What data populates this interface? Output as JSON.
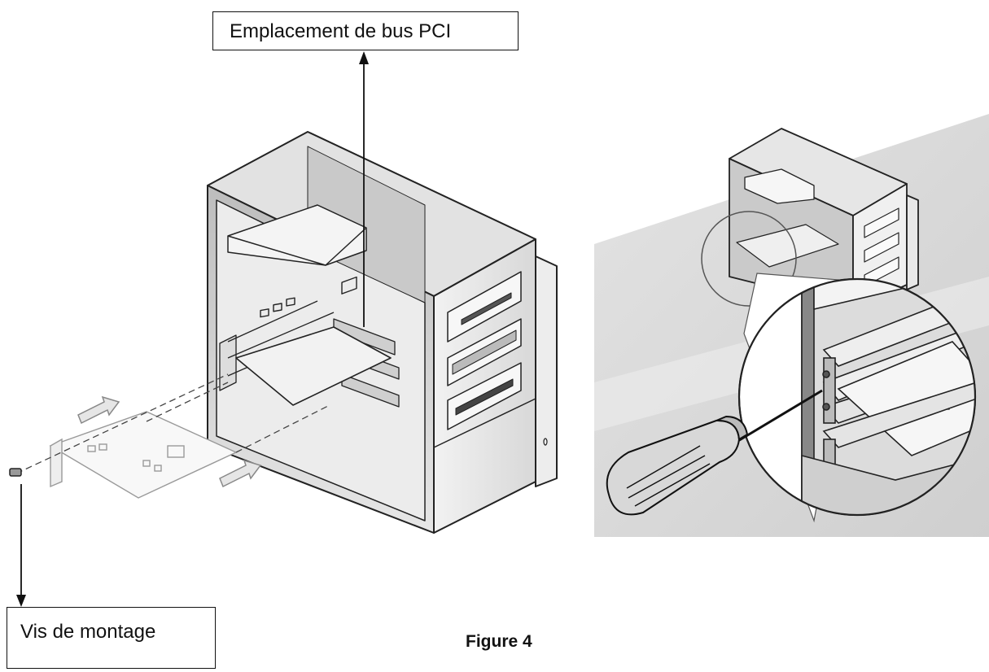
{
  "labels": {
    "pci_slot": "Emplacement de bus PCI",
    "mounting_screw": "Vis de montage"
  },
  "caption": "Figure 4"
}
